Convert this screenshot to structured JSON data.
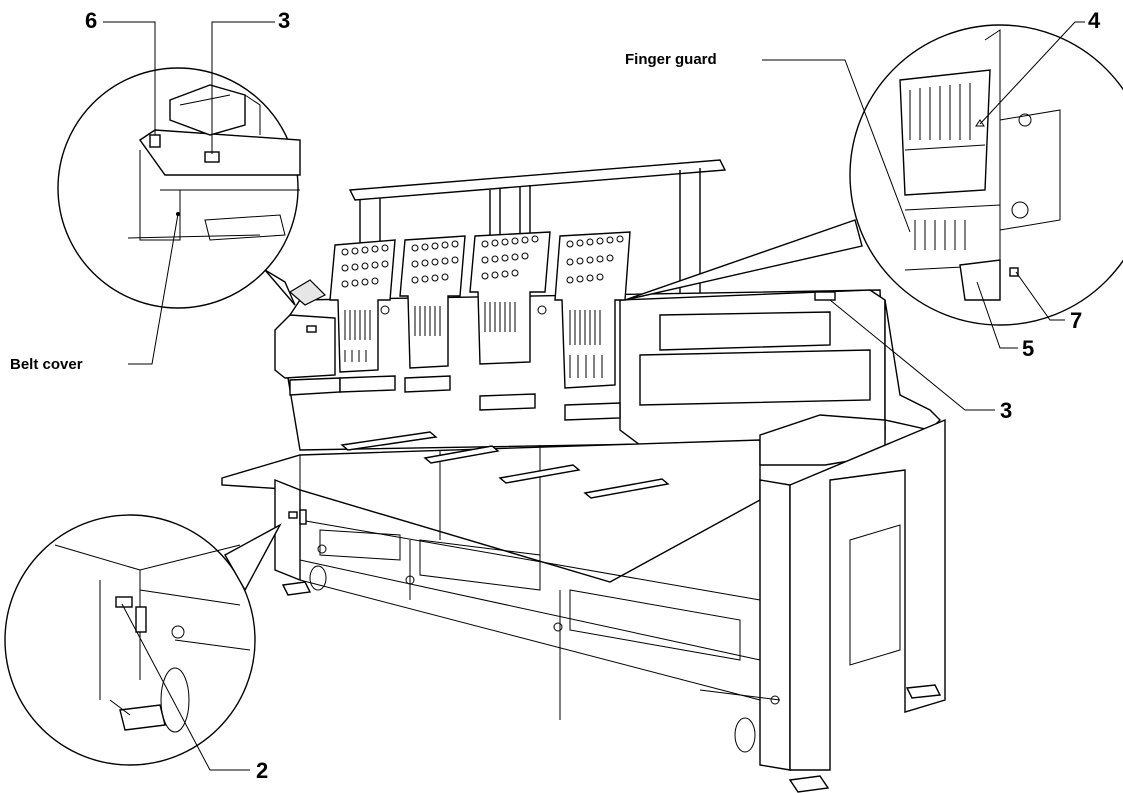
{
  "callouts": {
    "top_left_6": "6",
    "top_left_3": "3",
    "belt_cover": "Belt cover",
    "finger_guard": "Finger guard",
    "right_4": "4",
    "right_7": "7",
    "right_5": "5",
    "right_3": "3",
    "bottom_2": "2"
  },
  "icons": {
    "detail_circle_top_left": "detail-magnifier",
    "detail_circle_right": "detail-magnifier",
    "detail_circle_bottom_left": "detail-magnifier"
  }
}
